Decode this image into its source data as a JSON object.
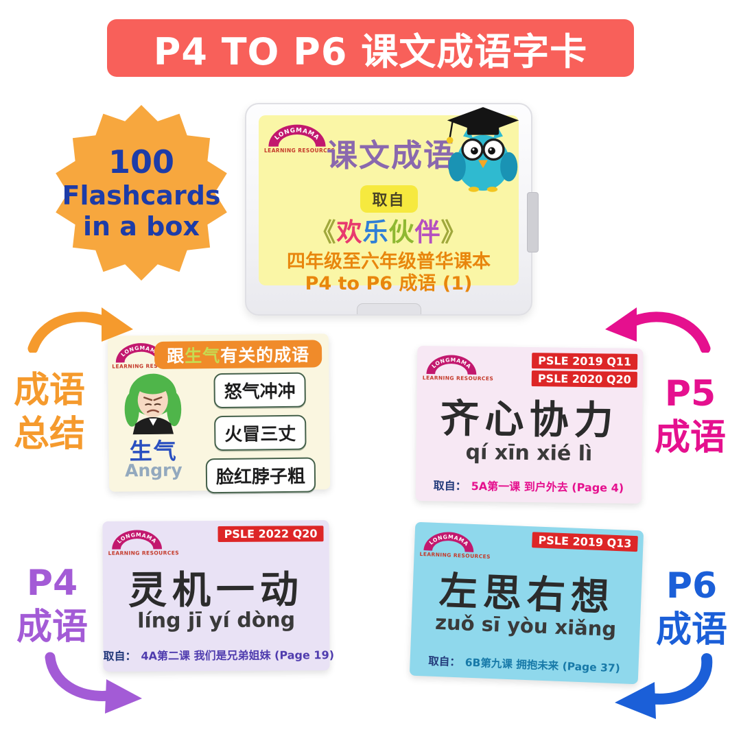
{
  "banner": {
    "title": "P4 TO P6 课文成语字卡",
    "bg": "#F8605A",
    "text_color": "#FFFFFF"
  },
  "burst": {
    "lines": [
      "100",
      "Flashcards",
      "in a box"
    ],
    "bg": "#F7A73E",
    "text_color": "#1D3CA8"
  },
  "brand": {
    "name": "LONGMAMA",
    "subtitle": "LEARNING RESOURCES",
    "arc_color": "#C2186E",
    "subtitle_color": "#C43A2A"
  },
  "box": {
    "title": "课文成语",
    "title_color": "#8A68AE",
    "label_bg": "#FAF6A6",
    "source_tag": "取自",
    "source_tag_bg": "#F6E93F",
    "source_tag_color": "#4A4426",
    "book_chars": [
      {
        "ch": "《",
        "color": "#A0A83C"
      },
      {
        "ch": "欢",
        "color": "#E83A6E"
      },
      {
        "ch": "乐",
        "color": "#2F7FD6"
      },
      {
        "ch": "伙",
        "color": "#8FB832"
      },
      {
        "ch": "伴",
        "color": "#B44FC0"
      },
      {
        "ch": "》",
        "color": "#A0A83C"
      }
    ],
    "line1": "四年级至六年级普华课本",
    "line2": "P4 to P6 成语 (1)",
    "lines_color": "#E8860D",
    "mascot": "owl-graduate-icon"
  },
  "cards": {
    "idiom_color": "#2B2B2B",
    "pinyin_color": "#3A3A3A",
    "prefix_color": "#233A7A",
    "summary": {
      "bg": "#FAF6E0",
      "banner_bg": "#F08B2A",
      "banner_segments": [
        {
          "text": "跟",
          "color": "#FFFFFF"
        },
        {
          "text": "生气",
          "color": "#C6DC52"
        },
        {
          "text": "有关的成语",
          "color": "#FFFFFF"
        }
      ],
      "emotion_cn": "生气",
      "emotion_cn_color": "#2A50C0",
      "emotion_en": "Angry",
      "emotion_en_color": "#93A9BE",
      "idioms": [
        "怒气冲冲",
        "火冒三丈",
        "脸红脖子粗"
      ],
      "idiom_border": "#44604A"
    },
    "p5": {
      "bg": "#F7E8F4",
      "badge_bg": "#DD2627",
      "badges": [
        "PSLE 2019 Q11",
        "PSLE 2020 Q20"
      ],
      "idiom": "齐心协力",
      "pinyin": "qí xīn xié lì",
      "source_prefix": "取自：",
      "source_text": "5A第一课 到户外去 (Page 4)",
      "source_color": "#E5108E"
    },
    "p4": {
      "bg": "#E9E2F5",
      "badge_bg": "#DD2627",
      "badges": [
        "PSLE 2022 Q20"
      ],
      "idiom": "灵机一动",
      "pinyin": "líng jī yí dòng",
      "source_prefix": "取自：",
      "source_text": "4A第二课 我们是兄弟姐妹 (Page 19)",
      "source_color": "#4F3CAE"
    },
    "p6": {
      "bg": "#8FD8EC",
      "badge_bg": "#DD2627",
      "badges": [
        "PSLE 2019 Q13"
      ],
      "idiom": "左思右想",
      "pinyin": "zuǒ sī yòu xiǎng",
      "source_prefix": "取自：",
      "source_text": "6B第九课 拥抱未来 (Page 37)",
      "source_color": "#1779A8"
    }
  },
  "pointers": {
    "summary": {
      "lines": [
        "成语",
        "总结"
      ],
      "color": "#F59A2D"
    },
    "p5": {
      "lines": [
        "P5",
        "成语"
      ],
      "color": "#E5108E"
    },
    "p4": {
      "lines": [
        "P4",
        "成语"
      ],
      "color": "#A35BD6"
    },
    "p6": {
      "lines": [
        "P6",
        "成语"
      ],
      "color": "#1B5FD8"
    }
  }
}
